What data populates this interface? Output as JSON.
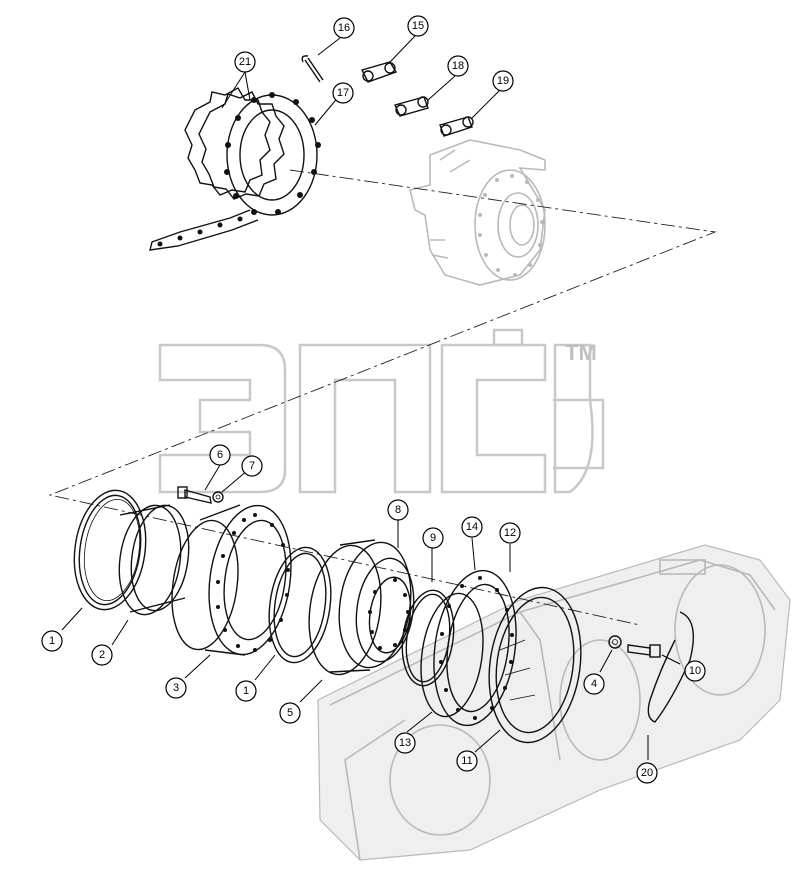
{
  "watermark": {
    "trademark": "TM"
  },
  "callouts": [
    {
      "id": "c1a",
      "label": "1"
    },
    {
      "id": "c1b",
      "label": "1"
    },
    {
      "id": "c2",
      "label": "2"
    },
    {
      "id": "c3",
      "label": "3"
    },
    {
      "id": "c4",
      "label": "4"
    },
    {
      "id": "c5",
      "label": "5"
    },
    {
      "id": "c6",
      "label": "6"
    },
    {
      "id": "c7",
      "label": "7"
    },
    {
      "id": "c8",
      "label": "8"
    },
    {
      "id": "c9",
      "label": "9"
    },
    {
      "id": "c10",
      "label": "10"
    },
    {
      "id": "c11",
      "label": "11"
    },
    {
      "id": "c12",
      "label": "12"
    },
    {
      "id": "c13",
      "label": "13"
    },
    {
      "id": "c14",
      "label": "14"
    },
    {
      "id": "c15",
      "label": "15"
    },
    {
      "id": "c16",
      "label": "16"
    },
    {
      "id": "c17",
      "label": "17"
    },
    {
      "id": "c18",
      "label": "18"
    },
    {
      "id": "c19",
      "label": "19"
    },
    {
      "id": "c20",
      "label": "20"
    },
    {
      "id": "c21",
      "label": "21"
    }
  ]
}
